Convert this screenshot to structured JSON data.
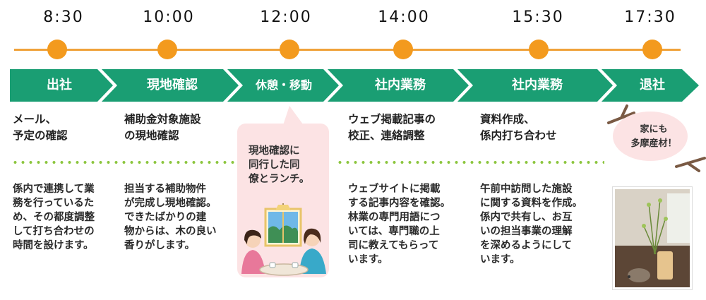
{
  "times": [
    "8:30",
    "10:00",
    "12:00",
    "14:00",
    "15:30",
    "17:30"
  ],
  "steps": [
    "出社",
    "現地確認",
    "休憩・移動",
    "社内業務",
    "社内業務",
    "退社"
  ],
  "headings": [
    "メール、\n予定の確認",
    "補助金対象施設\nの現地確認",
    "ウェブ掲載記事の\n校正、連絡調整",
    "資料作成、\n係内打ち合わせ"
  ],
  "descriptions": [
    "係内で連携して業\n務を行っているた\nめ、その都度調整\nして打ち合わせの\n時間を設けます。",
    "担当する補助物件\nが完成し現地確認。\nできたばかりの建\n物からは、木の良い\n香りがします。",
    "ウェブサイトに掲載\nする記事内容を確認。\n林業の専門用語につ\nいては、専門職の上\n司に教えてもらって\nいます。",
    "午前中訪問した施設\nに関する資料を作成。\n係内で共有し、お互\nいの担当事業の理解\nを深めるようにして\nいます。"
  ],
  "lunch_bubble": "現地確認に\n同行した同\n僚とランチ。",
  "branch_note": "家にも\n多摩産材！",
  "colors": {
    "accent": "#f39a1e",
    "green": "#1a9e73",
    "dots": "#8cc63f",
    "bubble": "#fce3e4"
  }
}
